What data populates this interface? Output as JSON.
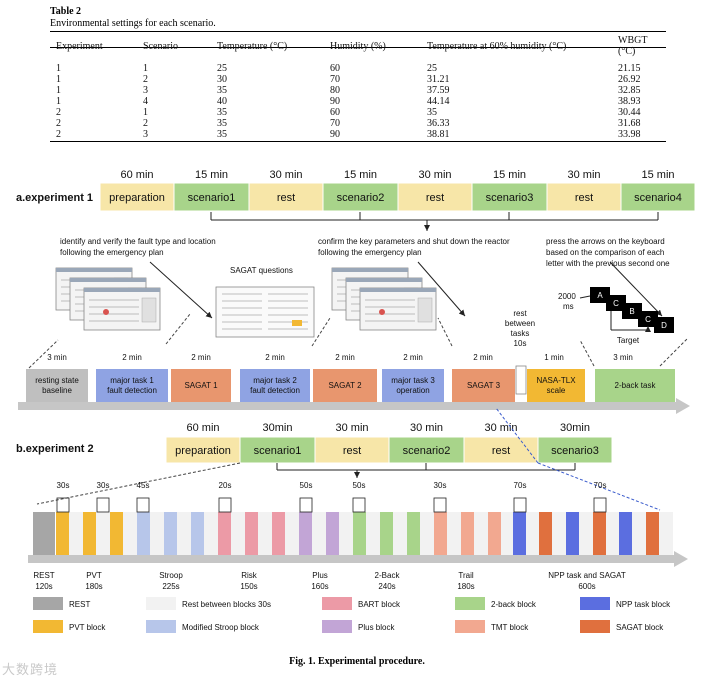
{
  "table": {
    "label": "Table 2",
    "caption": "Environmental settings for each scenario.",
    "headers": [
      "Experiment",
      "Scenario",
      "Temperature (°C)",
      "Humidity (%)",
      "Temperature at 60% humidity (°C)",
      "WBGT (°C)"
    ],
    "rows": [
      [
        "1",
        "1",
        "25",
        "60",
        "25",
        "21.15"
      ],
      [
        "1",
        "2",
        "30",
        "70",
        "31.21",
        "26.92"
      ],
      [
        "1",
        "3",
        "35",
        "80",
        "37.59",
        "32.85"
      ],
      [
        "1",
        "4",
        "40",
        "90",
        "44.14",
        "38.93"
      ],
      [
        "2",
        "1",
        "35",
        "60",
        "35",
        "30.44"
      ],
      [
        "2",
        "2",
        "35",
        "70",
        "36.33",
        "31.68"
      ],
      [
        "2",
        "3",
        "35",
        "90",
        "38.81",
        "33.98"
      ]
    ]
  },
  "exp1": {
    "label": "a.experiment 1",
    "durations": [
      "60 min",
      "15 min",
      "30 min",
      "15 min",
      "30 min",
      "15 min",
      "30 min",
      "15 min"
    ],
    "blocks": [
      "preparation",
      "scenario1",
      "rest",
      "scenario2",
      "rest",
      "scenario3",
      "rest",
      "scenario4"
    ],
    "block_colors": [
      "#f7e6a8",
      "#a8d48a",
      "#f7e6a8",
      "#a8d48a",
      "#f7e6a8",
      "#a8d48a",
      "#f7e6a8",
      "#a8d48a"
    ],
    "notes": [
      {
        "lines": [
          "identify and verify the fault type and location",
          "following the emergency plan"
        ]
      },
      {
        "lines": [
          "SAGAT questions"
        ]
      },
      {
        "lines": [
          "confirm the key parameters and shut down the reactor",
          "following the emergency plan"
        ]
      },
      {
        "lines": [
          "press the arrows on the keyboard",
          "based on the comparison of each",
          "letter with the previous second one"
        ]
      }
    ],
    "twoback": {
      "time_label": "2000",
      "time_unit": "ms",
      "letters": [
        "A",
        "C",
        "B",
        "C",
        "D"
      ],
      "target_label": "Target"
    },
    "rest_between": [
      "rest",
      "between",
      "tasks",
      "10s"
    ],
    "task_durations": [
      "3 min",
      "2 min",
      "2 min",
      "2 min",
      "2 min",
      "2 min",
      "2 min",
      "1 min",
      "3 min"
    ],
    "tasks": [
      {
        "lines": [
          "resting state",
          "baseline"
        ],
        "color": "#bfbfbf"
      },
      {
        "lines": [
          "major task 1",
          "fault detection"
        ],
        "color": "#8fa3e3"
      },
      {
        "lines": [
          "SAGAT 1"
        ],
        "color": "#e8966e"
      },
      {
        "lines": [
          "major task 2",
          "fault detection"
        ],
        "color": "#8fa3e3"
      },
      {
        "lines": [
          "SAGAT 2"
        ],
        "color": "#e8966e"
      },
      {
        "lines": [
          "major task 3",
          "operation"
        ],
        "color": "#8fa3e3"
      },
      {
        "lines": [
          "SAGAT 3"
        ],
        "color": "#e8966e"
      },
      {
        "lines": [
          "NASA-TLX",
          "scale"
        ],
        "color": "#f2b833"
      },
      {
        "lines": [
          "2-back task"
        ],
        "color": "#a8d48a"
      }
    ]
  },
  "exp2": {
    "label": "b.experiment 2",
    "durations": [
      "60 min",
      "30min",
      "30 min",
      "30 min",
      "30 min",
      "30min"
    ],
    "blocks": [
      "preparation",
      "scenario1",
      "rest",
      "scenario2",
      "rest",
      "scenario3"
    ],
    "block_colors": [
      "#f7e6a8",
      "#a8d48a",
      "#f7e6a8",
      "#a8d48a",
      "#f7e6a8",
      "#a8d48a"
    ],
    "brace_labels": [
      "30s",
      "30s",
      "45s",
      "20s",
      "50s",
      "50s",
      "30s",
      "70s",
      "70s"
    ],
    "segment_labels": [
      {
        "name": "REST",
        "dur": "120s"
      },
      {
        "name": "PVT",
        "dur": "180s"
      },
      {
        "name": "Stroop",
        "dur": "225s"
      },
      {
        "name": "Risk",
        "dur": "150s"
      },
      {
        "name": "Plus",
        "dur": "160s"
      },
      {
        "name": "2-Back",
        "dur": "240s"
      },
      {
        "name": "Trail",
        "dur": "180s"
      },
      {
        "name": "NPP task and SAGAT",
        "dur": "600s"
      }
    ],
    "legend": [
      {
        "label": "REST",
        "color": "#a6a6a6"
      },
      {
        "label": "Rest between blocks 30s",
        "color": "#f2f2f2"
      },
      {
        "label": "BART block",
        "color": "#ec9aa6"
      },
      {
        "label": "2-back block",
        "color": "#a8d48a"
      },
      {
        "label": "NPP task block",
        "color": "#5b6ee0"
      },
      {
        "label": "PVT block",
        "color": "#f2b833"
      },
      {
        "label": "Modified Stroop block",
        "color": "#b7c6ea"
      },
      {
        "label": "Plus block",
        "color": "#c2a5d6"
      },
      {
        "label": "TMT block",
        "color": "#f2a890"
      },
      {
        "label": "SAGAT block",
        "color": "#e0703e"
      }
    ]
  },
  "figure_caption": "Fig. 1.  Experimental procedure.",
  "watermark": "大数跨境"
}
